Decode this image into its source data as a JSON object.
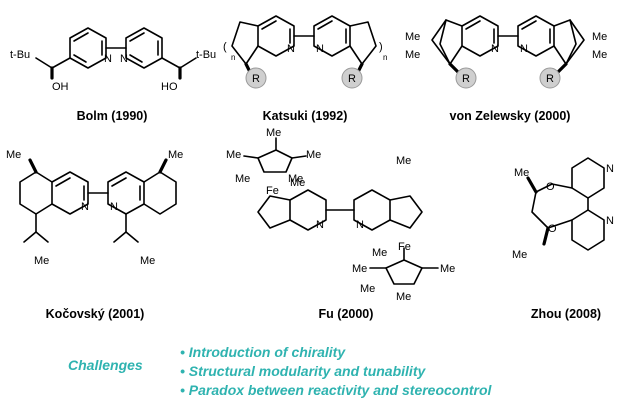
{
  "structures": [
    {
      "id": "bolm",
      "caption": "Bolm (1990)",
      "labels": {
        "sub_left": "t-Bu",
        "sub_right": "t-Bu",
        "oh_left": "OH",
        "oh_right": "HO",
        "n": "N"
      }
    },
    {
      "id": "katsuki",
      "caption": "Katsuki (1992)",
      "labels": {
        "r": "R",
        "n_index": "n",
        "paren_open": "(",
        "paren_close": ")",
        "n": "N"
      }
    },
    {
      "id": "von-zelewsky",
      "caption": "von Zelewsky (2000)",
      "labels": {
        "me": "Me",
        "r": "R",
        "n": "N"
      }
    },
    {
      "id": "kocovsky",
      "caption": "Kočovský (2001)",
      "labels": {
        "me": "Me",
        "n": "N"
      }
    },
    {
      "id": "fu",
      "caption": "Fu (2000)",
      "labels": {
        "me": "Me",
        "fe": "Fe",
        "n": "N"
      }
    },
    {
      "id": "zhou",
      "caption": "Zhou (2008)",
      "labels": {
        "me": "Me",
        "o": "O",
        "n": "N"
      }
    }
  ],
  "challenges": {
    "title": "Challenges",
    "items": [
      "Introduction of chirality",
      "Structural modularity and tunability",
      "Paradox between reactivity and stereocontrol"
    ]
  }
}
